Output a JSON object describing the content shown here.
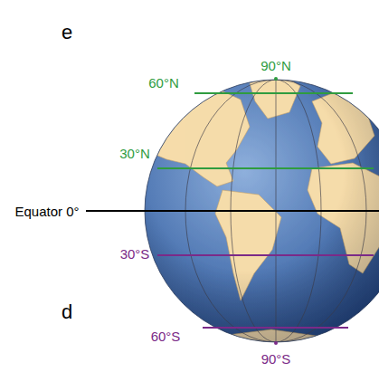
{
  "diagram": {
    "labels": [
      "e",
      "90°N",
      "60°N",
      "30°N",
      "Equator 0°",
      "30°S",
      "60°S",
      "90°S",
      "d"
    ]
  }
}
